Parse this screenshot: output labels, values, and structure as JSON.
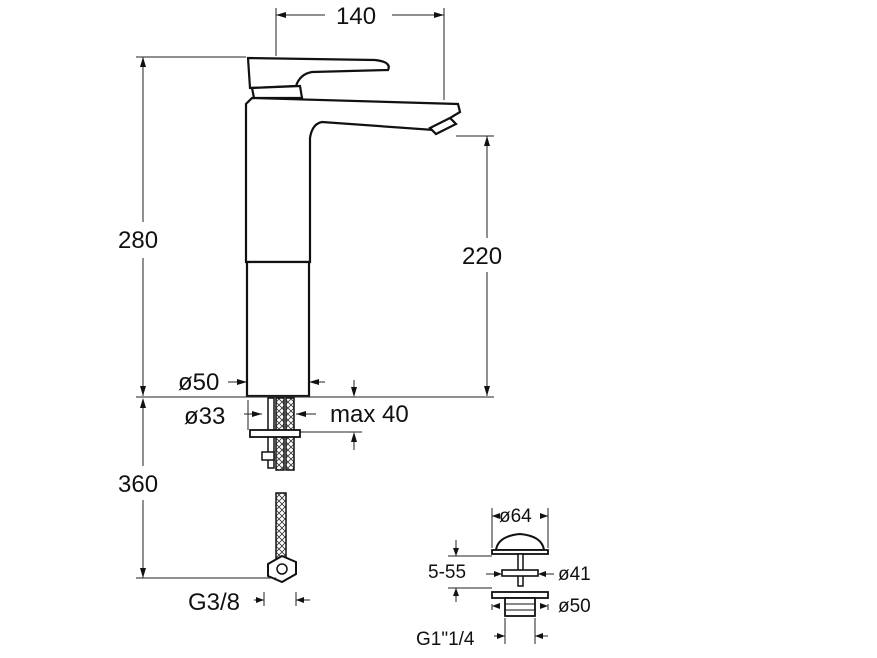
{
  "dimensions": {
    "width_top": "140",
    "height_total": "280",
    "spout_height": "220",
    "base_diameter": "ø50",
    "hole_diameter": "ø33",
    "max_thickness": "max 40",
    "hose_length": "360",
    "hose_thread": "G3/8",
    "drain_cap_diameter": "ø64",
    "drain_range": "5-55",
    "drain_body_diameter": "ø41",
    "drain_flange_diameter": "ø50",
    "drain_thread": "G1\"1/4"
  }
}
